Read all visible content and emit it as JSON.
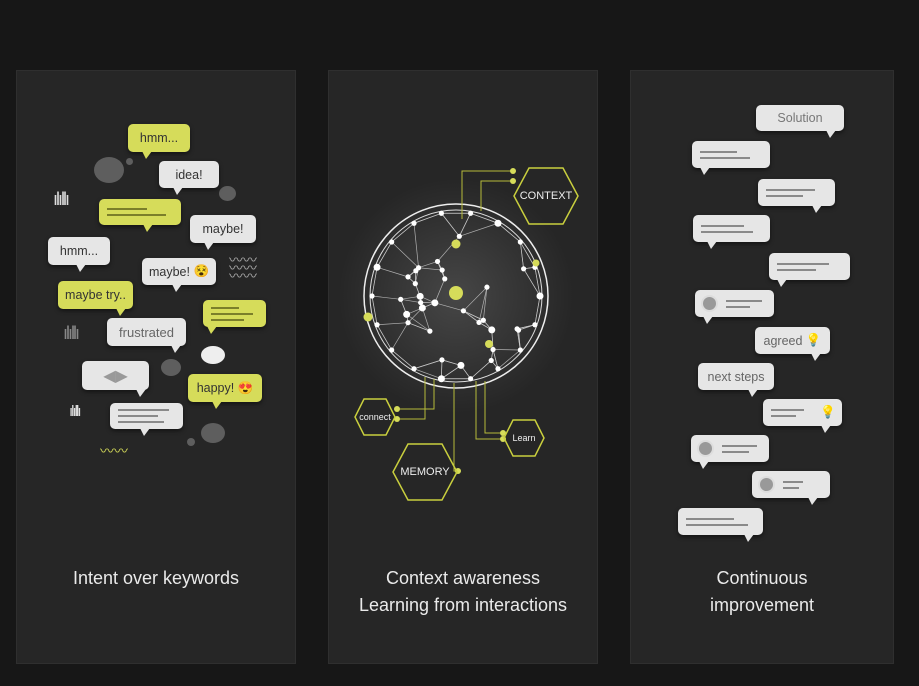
{
  "panels": [
    {
      "caption": "Intent over keywords",
      "bubbles": [
        "hmm...",
        "idea!",
        "maybe!",
        "hmm...",
        "maybe!",
        "maybe try..",
        "frustrated",
        "happy!"
      ],
      "emoji": [
        "😵",
        "😍"
      ]
    },
    {
      "caption_line1": "Context awareness",
      "caption_line2": "Learning from interactions",
      "hexagons": [
        "CONTEXT",
        "connect",
        "MEMORY",
        "Learn"
      ]
    },
    {
      "caption_line1": "Continuous",
      "caption_line2": "improvement",
      "bubbles": [
        "Solution",
        "agreed",
        "next steps"
      ]
    }
  ],
  "colors": {
    "accent": "#d6dc5a",
    "panel": "#262626",
    "background": "#171717"
  }
}
